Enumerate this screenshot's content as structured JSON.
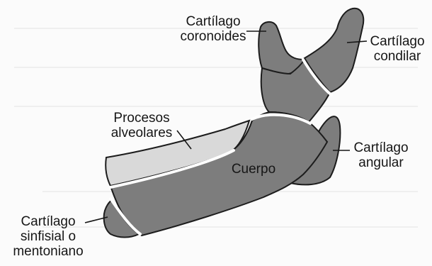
{
  "labels": {
    "coronoides": [
      "Cartílago",
      "coronoides"
    ],
    "condilar": [
      "Cartílago",
      "condilar"
    ],
    "procesos": [
      "Procesos",
      "alveolares"
    ],
    "angular": [
      "Cartílago",
      "angular"
    ],
    "cuerpo": "Cuerpo",
    "sinfisial": [
      "Cartílago",
      "sinfisial o",
      "mentoniano"
    ]
  },
  "colors": {
    "bone": "#7d7d7d",
    "alveolar": "#d9d9d9",
    "outline": "#1c1c1c",
    "background": "#fbfbfb"
  }
}
